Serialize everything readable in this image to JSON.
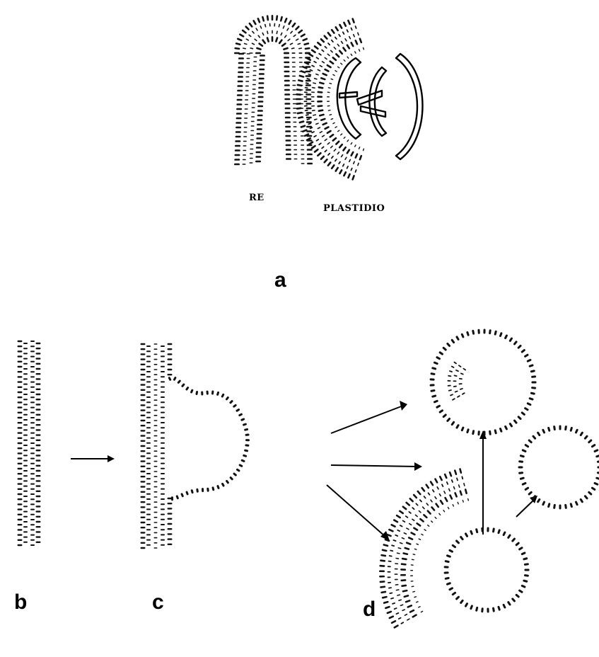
{
  "diagram": {
    "panel_a": {
      "label_re": "RE",
      "label_plastid": "PLASTIDIO",
      "panel_letter": "a"
    },
    "panel_b": {
      "panel_letter": "b"
    },
    "panel_c": {
      "panel_letter": "c"
    },
    "panel_d": {
      "panel_letter": "d"
    },
    "colors": {
      "ink": "#111111",
      "background": "#ffffff"
    }
  }
}
